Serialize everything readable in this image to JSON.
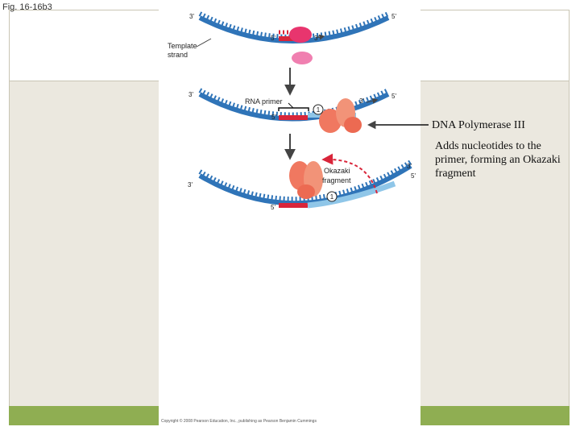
{
  "figure_label": "Fig. 16-16b3",
  "copyright": "Copyright © 2008 Pearson Education, Inc., publishing as Pearson Benjamin Cummings",
  "diagram": {
    "top": {
      "three_prime_left": "3'",
      "five_prime_right": "5'",
      "five_prime_primer": "5'",
      "three_prime_primer": "3'",
      "template_label_line1": "Template",
      "template_label_line2": "strand"
    },
    "middle": {
      "three_prime_left": "3'",
      "five_prime_left": "5'",
      "rna_primer_label": "RNA primer",
      "step": "1",
      "three_prime_right": "3'",
      "five_prime_right": "5'"
    },
    "bottom": {
      "three_prime_left": "3'",
      "five_prime_left": "5'",
      "okazaki_label_line1": "Okazaki",
      "okazaki_label_line2": "fragment",
      "step": "1",
      "three_prime_right": "3'",
      "five_prime_right": "5'"
    }
  },
  "callout": {
    "title": "DNA Polymerase III",
    "body": "Adds nucleotides to the primer, forming an Okazaki fragment"
  },
  "colors": {
    "dna_strand": "#2f74b8",
    "new_strand": "#8fc6e8",
    "rna_primer": "#d9253a",
    "primase": "#e8356e",
    "polymerase": "#f07860",
    "arrow": "#444444",
    "accent_band": "#8fae52",
    "frame": "#ebe8df"
  }
}
